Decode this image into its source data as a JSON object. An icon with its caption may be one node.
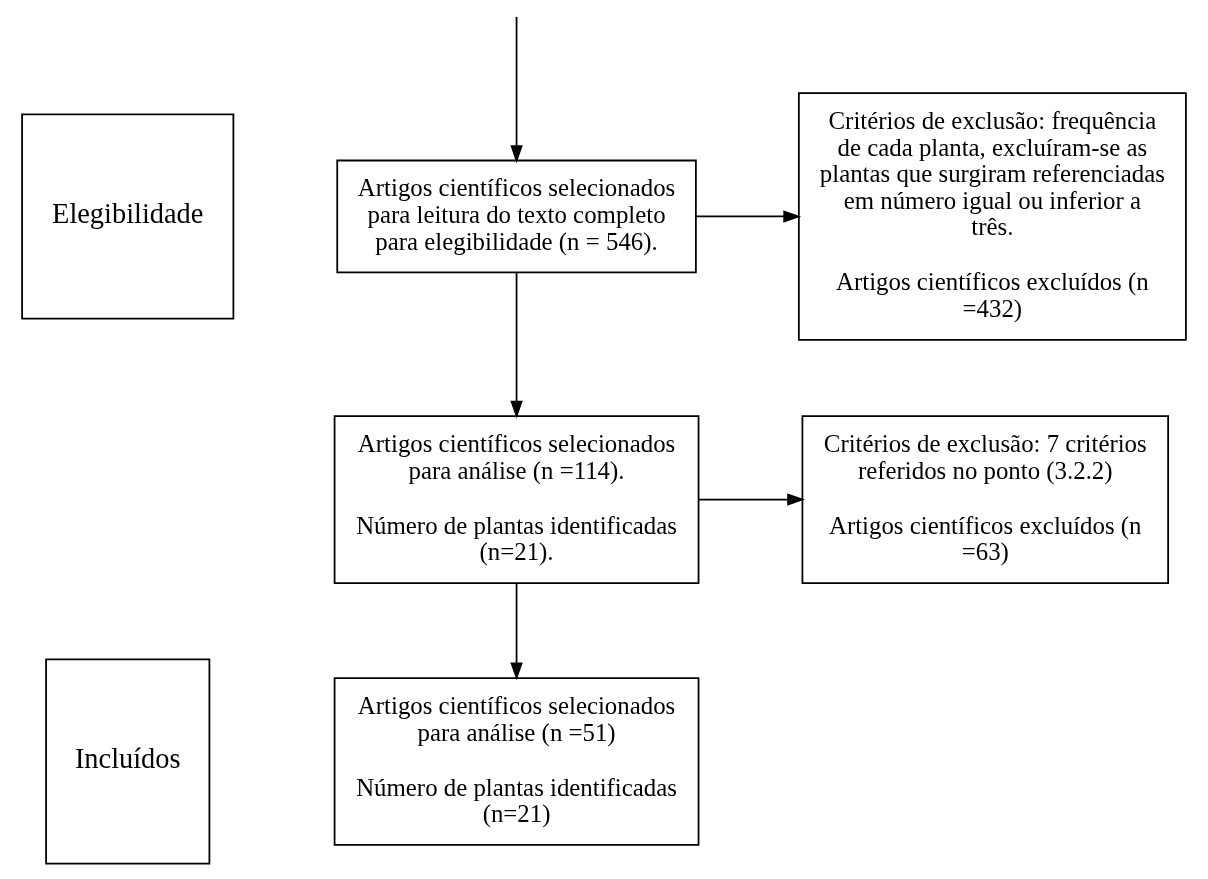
{
  "diagram": {
    "nodes": [
      {
        "text": [
          "Elegibilidade"
        ]
      },
      {
        "text": [
          "Artigos científicos selecionados para leitura do texto completo para elegibilidade (n = 546)."
        ]
      },
      {
        "text": [
          "Critérios de exclusão: frequência de cada planta, excluíram-se as plantas que surgiram referenciadas em número igual ou inferior a três.",
          "Artigos científicos excluídos (n =432)"
        ]
      },
      {
        "text": [
          "Artigos científicos selecionados para análise (n =114).",
          "Número de plantas identificadas (n=21)."
        ]
      },
      {
        "text": [
          "Critérios de exclusão: 7 critérios referidos no ponto (3.2.2)",
          "Artigos científicos excluídos (n =63)"
        ]
      },
      {
        "text": [
          "Incluídos"
        ]
      },
      {
        "text": [
          "Artigos científicos selecionados para análise (n =51)",
          "Número de plantas identificadas (n=21)"
        ]
      }
    ],
    "edges": [
      {
        "from": null,
        "to": 1,
        "arrow": "to"
      },
      {
        "from": 1,
        "to": 2,
        "arrow": "to"
      },
      {
        "from": 1,
        "to": 3,
        "arrow": "to"
      },
      {
        "from": 3,
        "to": 4,
        "arrow": "to"
      },
      {
        "from": 3,
        "to": 6,
        "arrow": "to"
      }
    ]
  }
}
